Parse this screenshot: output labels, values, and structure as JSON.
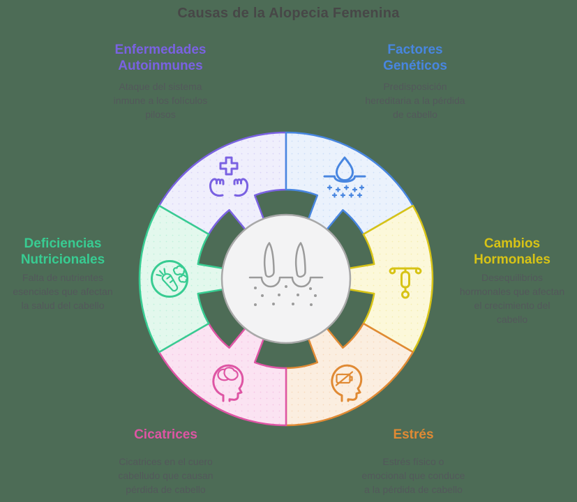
{
  "page": {
    "background": "#4D6C56"
  },
  "title": {
    "text": "Causas de la Alopecia Femenina",
    "color": "#474747"
  },
  "desc_color": "#53585B",
  "center": {
    "name": "hair-follicle-skin-illustration",
    "fill": "#F3F3F4",
    "border": "#A8A8A8",
    "art_color": "#9B9B9B"
  },
  "segments": [
    {
      "id": "autoimmune",
      "icon": "hands-medical-cross-icon",
      "label_lines": [
        "Enfermedades",
        "Autoinmunes"
      ],
      "desc_lines": [
        "Ataque del sistema",
        "inmune a los folículos",
        "pilosos"
      ],
      "color": "#7A62E2",
      "fill": "#F0EFFC"
    },
    {
      "id": "genetic",
      "icon": "droplet-skin-icon",
      "label_lines": [
        "Factores",
        "Genéticos"
      ],
      "desc_lines": [
        "Predisposición",
        "hereditaria a la pérdida",
        "de cabello"
      ],
      "color": "#4886E0",
      "fill": "#EBF2FC"
    },
    {
      "id": "hormonal",
      "icon": "iud-device-icon",
      "label_lines": [
        "Cambios",
        "Hormonales"
      ],
      "desc_lines": [
        "Desequilibrios",
        "hormonales que afectan",
        "el crecimiento del",
        "cabello"
      ],
      "color": "#D7C316",
      "fill": "#FCF8DA"
    },
    {
      "id": "stress",
      "icon": "head-low-battery-icon",
      "label_lines": [
        "Estrés"
      ],
      "desc_lines": [
        "Estrés físico o",
        "emocional que conduce",
        "a la pérdida de cabello"
      ],
      "color": "#E08A34",
      "fill": "#FBEEE0"
    },
    {
      "id": "scars",
      "icon": "head-brain-icon",
      "label_lines": [
        "Cicatrices"
      ],
      "desc_lines": [
        "Cicatrices en el cuero",
        "cabelludo que causan",
        "pérdida de cabello"
      ],
      "color": "#DE55A4",
      "fill": "#FBE3F2"
    },
    {
      "id": "nutritional",
      "icon": "vegetables-icon",
      "label_lines": [
        "Deficiencias",
        "Nutricionales"
      ],
      "desc_lines": [
        "Falta de nutrientes",
        "esenciales que afectan",
        "la salud del cabello"
      ],
      "color": "#38CC92",
      "fill": "#E3F8ED"
    }
  ]
}
